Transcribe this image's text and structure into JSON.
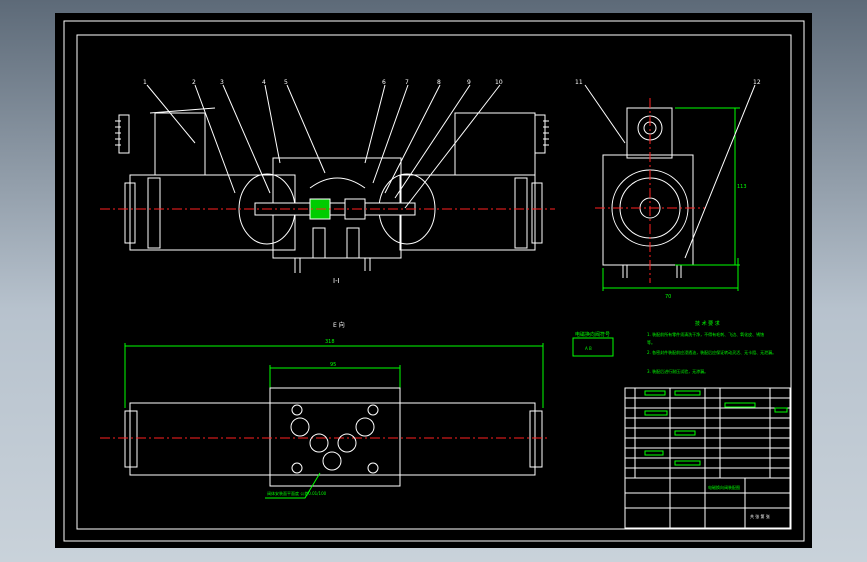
{
  "drawing": {
    "part_numbers": [
      "1",
      "2",
      "3",
      "4",
      "5",
      "6",
      "7",
      "8",
      "9",
      "10",
      "11",
      "12"
    ],
    "section_label": "I-I",
    "view_label": "E 向",
    "dims": {
      "overall_length": "318",
      "block_width": "95",
      "side_height": "113",
      "side_width": "70"
    },
    "tech_title": "技 术 要 求",
    "tech_lines": [
      "1. 装配前所有零件须清洗干净，不得有毛刺、飞边、氧化皮、锈蚀",
      "等。",
      "2. 各密封件装配前应浸透油，装配后应保证转动灵活、无卡阻、无泄漏。",
      "3. 装配后进行耐压试验，无渗漏。"
    ],
    "stamp_title": "电磁换向阀符号",
    "stamp_subtitle": "A B",
    "callout_text": "阀体安装面平面度\n公差0.01/100",
    "title_block": {
      "name": "电磁换向阀装配图",
      "sheet": "共 张 第 张"
    },
    "colors": {
      "line": "#ffffff",
      "dimension": "#00ff00",
      "centerline": "#ff2020",
      "hatch": "#ffff00",
      "highlight": "#00ffff"
    }
  }
}
